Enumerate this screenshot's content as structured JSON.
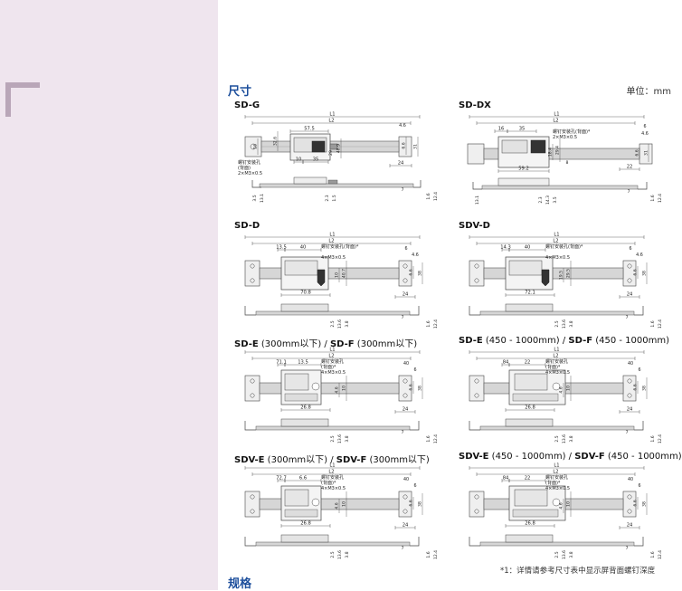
{
  "header": {
    "section_title": "尺寸",
    "unit_label": "单位：mm",
    "bottom_section_title": "规格",
    "footnote": "*1：详情请参考尺寸表中显示屏背面螺钉深度"
  },
  "panels": [
    {
      "id": "sd-g",
      "title": [
        {
          "t": "SD-G",
          "b": true
        }
      ],
      "type": "g",
      "dims": {
        "L1": "L1",
        "L2": "L2",
        "a": "57.5",
        "b": "32.6",
        "c": "4.6",
        "d": "16",
        "e": "48.9",
        "f": "29",
        "g": "10",
        "h": "35",
        "i": "24",
        "j": "6.6",
        "k": "31",
        "m": "3.5",
        "n": "13.1",
        "o": "2.3",
        "p": "1.5",
        "q": "7",
        "r": "1.6",
        "s": "12.4"
      },
      "note1": "螺钉安装孔",
      "note2": "(背面)",
      "note3": "2×M3×0.5"
    },
    {
      "id": "sd-dx",
      "title": [
        {
          "t": "SD-DX",
          "b": true
        }
      ],
      "type": "dx",
      "dims": {
        "L1": "L1",
        "L2": "L2",
        "a": "16",
        "b": "35",
        "c": "6",
        "d": "4.6",
        "e": "8",
        "f": "59.2",
        "g": "22",
        "h": "18.4",
        "i": "29.4",
        "j": "31",
        "k": "6.6",
        "m": "13.1",
        "n": "14.3",
        "o": "3.5",
        "p": "2.3",
        "q": "7",
        "r": "1.6",
        "s": "12.4"
      },
      "note1": "螺钉安装孔(背面)*",
      "note2": "",
      "note3": "2×M3×0.5"
    },
    {
      "id": "sd-d",
      "title": [
        {
          "t": "SD-D",
          "b": true
        }
      ],
      "type": "d",
      "dims": {
        "L1": "L1",
        "L2": "L2",
        "a": "13.5",
        "b": "40",
        "c": "6",
        "d": "4.6",
        "e": "10",
        "f": "40.7",
        "g": "70.8",
        "h": "24",
        "i": "38",
        "j": "6.6",
        "k": "2.5",
        "m": "13.6",
        "n": "3.8",
        "o": "7",
        "p": "1.6",
        "q": "12.4"
      },
      "note1": "螺钉安装孔(背面)*",
      "note2": "",
      "note3": "4×M3×0.5"
    },
    {
      "id": "sdv-d",
      "title": [
        {
          "t": "SDV-D",
          "b": true
        }
      ],
      "type": "d",
      "dims": {
        "L1": "L1",
        "L2": "L2",
        "a": "14.3",
        "b": "40",
        "c": "6",
        "d": "4.6",
        "e": "19.5",
        "f": "29.5",
        "g": "72.1",
        "h": "24",
        "i": "38",
        "j": "6.6",
        "k": "2.5",
        "m": "13.6",
        "n": "3.8",
        "o": "7",
        "p": "1.6",
        "q": "12.4"
      },
      "note1": "螺钉安装孔(背面)*",
      "note2": "",
      "note3": "4×M3×0.5"
    },
    {
      "id": "sd-e-short",
      "title": [
        {
          "t": "SD-E",
          "b": true
        },
        {
          "t": " (300mm以下) / ",
          "b": false
        },
        {
          "t": "SD-F",
          "b": true
        },
        {
          "t": " (300mm以下)",
          "b": false
        }
      ],
      "type": "e",
      "dims": {
        "L1": "L1",
        "L2": "L2",
        "a": "71.1",
        "b": "13.5",
        "c": "40",
        "d": "6",
        "e": "4.6",
        "f": "10",
        "g": "26.8",
        "h": "24",
        "i": "38",
        "j": "6.6",
        "k": "2.5",
        "m": "13.6",
        "n": "3.8",
        "o": "7",
        "p": "1.6",
        "q": "12.4"
      },
      "note1": "螺钉安装孔",
      "note2": "(背面)*",
      "note3": "4×M3×0.5"
    },
    {
      "id": "sd-e-long",
      "title": [
        {
          "t": "SD-E",
          "b": true
        },
        {
          "t": " (450 - 1000mm) / ",
          "b": false
        },
        {
          "t": "SD-F",
          "b": true
        },
        {
          "t": " (450 - 1000mm)",
          "b": false
        }
      ],
      "type": "el",
      "dims": {
        "L1": "L1",
        "L2": "L2",
        "a": "84",
        "b": "22",
        "c": "40",
        "d": "6",
        "e": "4.6",
        "f": "10",
        "g": "26.8",
        "h": "24",
        "i": "38",
        "j": "6.6",
        "k": "2.5",
        "m": "13.6",
        "n": "3.8",
        "o": "7",
        "p": "1.6",
        "q": "12.4"
      },
      "note1": "螺钉安装孔",
      "note2": "(背面)*",
      "note3": "4×M3×0.5"
    },
    {
      "id": "sdv-e-short",
      "title": [
        {
          "t": "SDV-E",
          "b": true
        },
        {
          "t": " (300mm以下) / ",
          "b": false
        },
        {
          "t": "SDV-F",
          "b": true
        },
        {
          "t": " (300mm以下)",
          "b": false
        }
      ],
      "type": "e",
      "dims": {
        "L1": "L1",
        "L2": "L2",
        "a": "72.7",
        "b": "6.6",
        "c": "40",
        "d": "6",
        "e": "4.6",
        "f": "10",
        "g": "26.8",
        "h": "24",
        "i": "38",
        "j": "6.6",
        "k": "2.5",
        "m": "13.6",
        "n": "3.8",
        "o": "7",
        "p": "1.6",
        "q": "12.4"
      },
      "note1": "螺钉安装孔",
      "note2": "(背面)*",
      "note3": "4×M3×0.5"
    },
    {
      "id": "sdv-e-long",
      "title": [
        {
          "t": "SDV-E",
          "b": true
        },
        {
          "t": " (450 - 1000mm) / ",
          "b": false
        },
        {
          "t": "SDV-F",
          "b": true
        },
        {
          "t": " (450 - 1000mm)",
          "b": false
        }
      ],
      "type": "el",
      "dims": {
        "L1": "L1",
        "L2": "L2",
        "a": "84",
        "b": "22",
        "c": "40",
        "d": "6",
        "e": "4.6",
        "f": "10",
        "g": "26.8",
        "h": "24",
        "i": "38",
        "j": "6.6",
        "k": "2.5",
        "m": "13.6",
        "n": "3.8",
        "o": "7",
        "p": "1.6",
        "q": "12.4"
      },
      "note1": "螺钉安装孔",
      "note2": "(背面)*",
      "note3": "4×M3×0.5"
    }
  ]
}
